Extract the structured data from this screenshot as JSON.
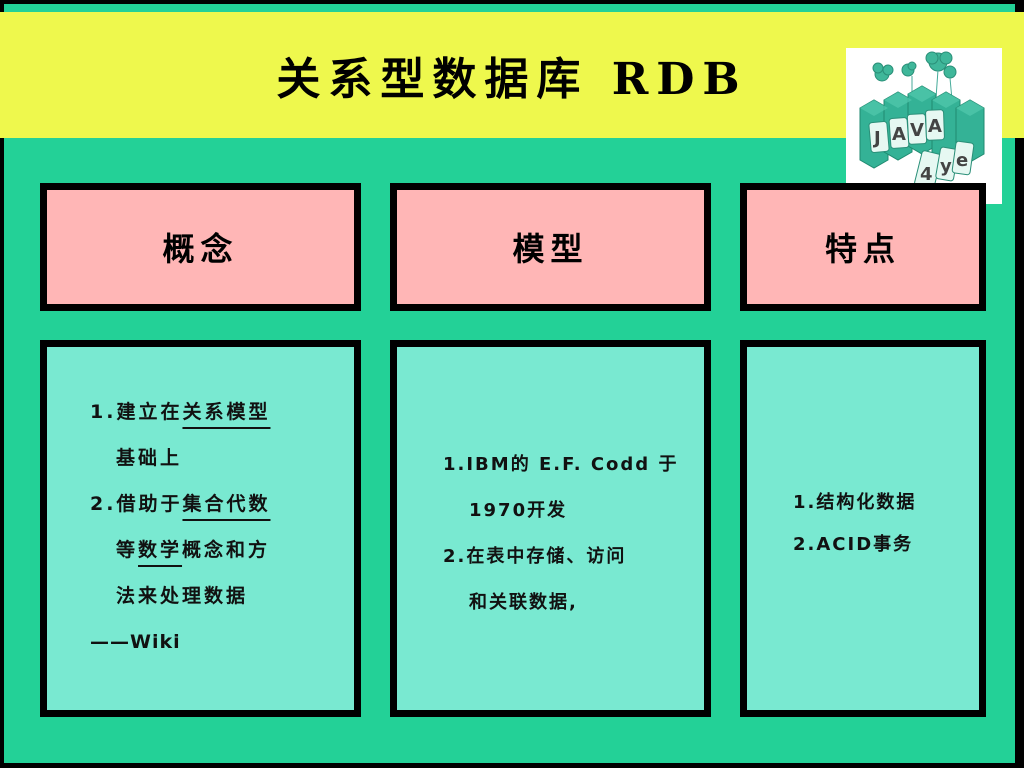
{
  "slide": {
    "title": "关系型数据库 RDB",
    "colors": {
      "background": "#23D197",
      "title_band": "#EEF84D",
      "header_card": "#FFB6B6",
      "body_card": "#79E9D1",
      "border": "#000000"
    },
    "logo": {
      "icon": "java4ye-logo-icon",
      "text_top": "JAVA",
      "text_bottom": "4ye"
    }
  },
  "columns": [
    {
      "header": "概念",
      "lines": [
        {
          "prefix": "1.",
          "plain": "建立在",
          "underlined": "关系模型",
          "rest": ""
        },
        {
          "prefix": "",
          "plain": "基础上",
          "underlined": "",
          "rest": ""
        },
        {
          "prefix": "2.",
          "plain": "借助于",
          "underlined": "集合代数",
          "rest": ""
        },
        {
          "prefix": "",
          "plain": "等",
          "underlined": "数学",
          "rest": "概念和方"
        },
        {
          "prefix": "",
          "plain": "法来处理数据",
          "underlined": "",
          "rest": ""
        }
      ],
      "source": "——Wiki"
    },
    {
      "header": "模型",
      "lines": [
        "1.IBM的 E.F. Codd 于",
        "1970开发",
        "2.在表中存储、访问",
        "和关联数据,"
      ]
    },
    {
      "header": "特点",
      "lines": [
        "1.结构化数据",
        "2.ACID事务"
      ]
    }
  ]
}
